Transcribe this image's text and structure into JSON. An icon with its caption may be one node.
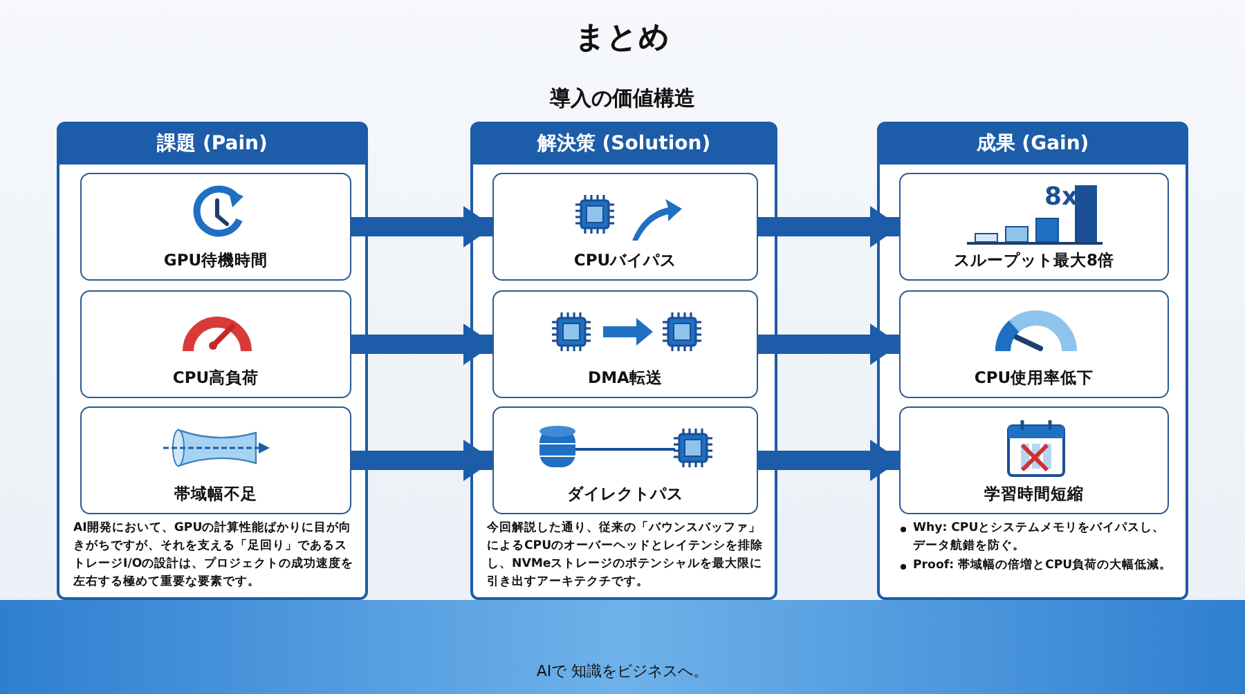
{
  "diagram": {
    "title": "まとめ",
    "nodes": [
      {
        "text": [
          "課題 (Pain)",
          "AI開発において、GPUの計算性能ばかりに目が向きがちですが、それを支える「足回り」であるストレージI/Oの設計は、プロジェクトの成功速度を左右する極めて重要な要素です。"
        ]
      },
      {
        "text": [
          "GPU待機時間"
        ],
        "in": 0
      },
      {
        "text": [
          "CPU高負荷"
        ],
        "in": 0
      },
      {
        "text": [
          "帯域幅不足"
        ],
        "in": 0
      },
      {
        "text": [
          "解決策 (Solution)",
          "今回解説した通り、従来の「バウンスバッファ」によるCPUのオーバーヘッドとレイテンシを排除し、NVMeストレージのポテンシャルを最大限に引き出すアーキテクチです。"
        ]
      },
      {
        "text": [
          "CPUバイパス"
        ],
        "in": 4
      },
      {
        "text": [
          "DMA転送"
        ],
        "in": 4
      },
      {
        "text": [
          "ダイレクトパス"
        ],
        "in": 4
      },
      {
        "text": [
          "成果 (Gain)",
          "Why: CPUとシステムメモリをバイパスし、データ航錯を防ぐ。",
          "Proof: 帯域幅の倍増とCPU負荷の大幅低減。"
        ]
      },
      {
        "text": [
          "8x",
          "スループット最大8倍"
        ],
        "in": 8
      },
      {
        "text": [
          "CPU使用率低下"
        ],
        "in": 8
      },
      {
        "text": [
          "学習時間短縮"
        ],
        "in": 8
      }
    ],
    "edges": [
      {
        "from": 1,
        "to": 5,
        "arrow": "to"
      },
      {
        "from": 2,
        "to": 6,
        "arrow": "to"
      },
      {
        "from": 3,
        "to": 7,
        "arrow": "to"
      },
      {
        "from": 5,
        "to": 9,
        "arrow": "to"
      },
      {
        "from": 6,
        "to": 10,
        "arrow": "to"
      },
      {
        "from": 7,
        "to": 11,
        "arrow": "to"
      }
    ],
    "labels": [
      "導入の価値構造",
      "AIで 知識をビジネスへ。"
    ]
  }
}
